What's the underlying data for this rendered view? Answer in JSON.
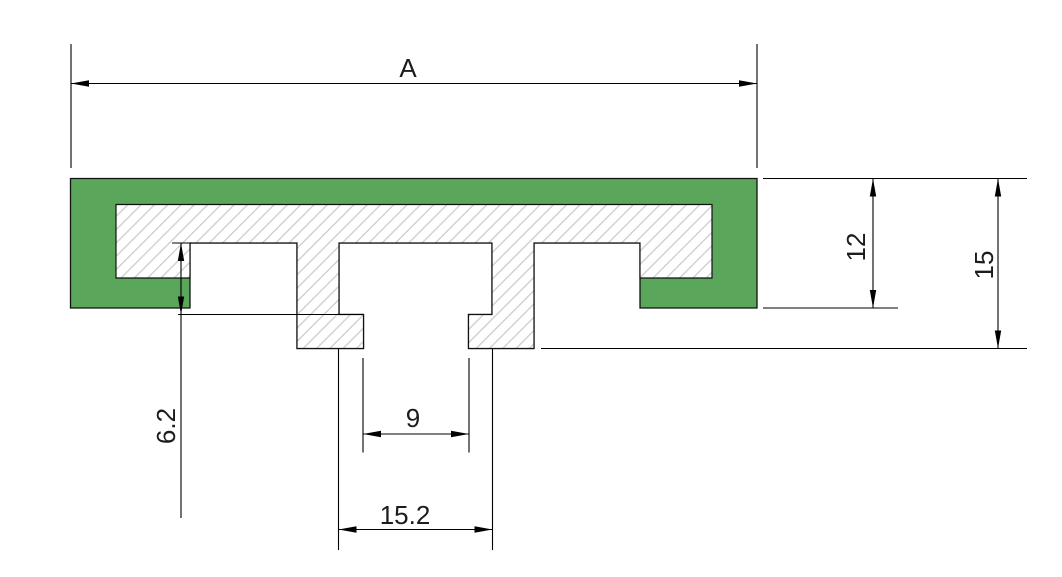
{
  "drawing": {
    "labels": {
      "overall_width": "A",
      "body_height": "12",
      "overall_height": "15",
      "channel_depth": "6.2",
      "slot_opening_width": "9",
      "slot_cavity_width": "15.2"
    },
    "colors": {
      "profile": "#5AA65A",
      "hatch": "#C9C9C9",
      "line": "#000000",
      "background": "#FFFFFF"
    }
  }
}
